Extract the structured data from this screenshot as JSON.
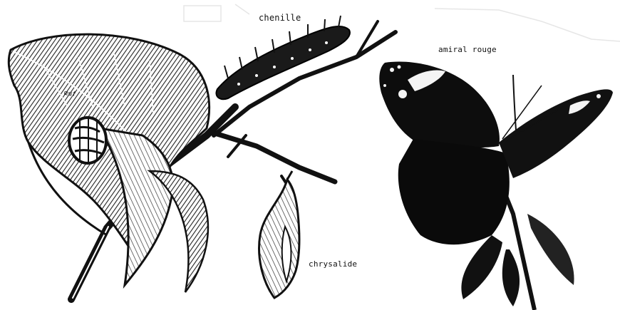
{
  "labels": {
    "chenille": "chenille",
    "oeuf": "œuf",
    "amiral_rouge": "amiral rouge",
    "chrysalide": "chrysalide"
  },
  "colors": {
    "ink": "#111111",
    "paper": "#ffffff",
    "hatch": "#3a3a3a",
    "wing_mark": "#f4f4f4"
  }
}
